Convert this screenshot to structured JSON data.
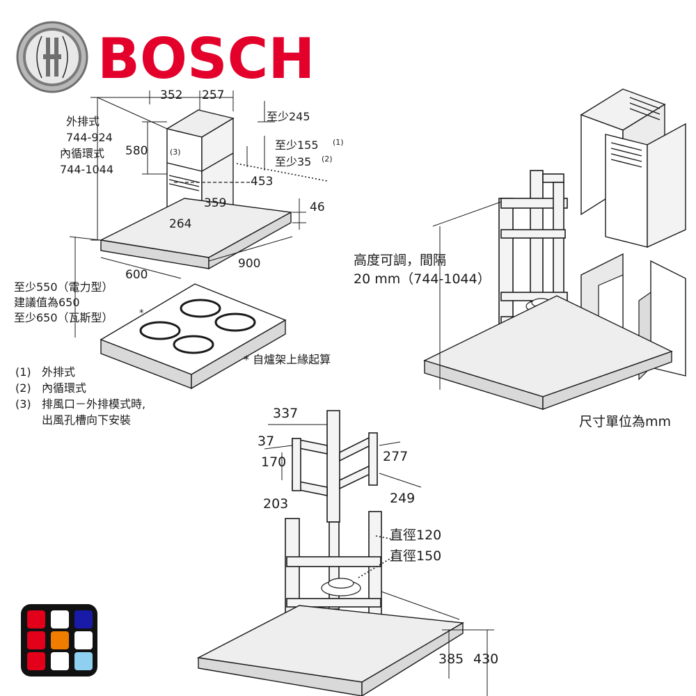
{
  "brand": {
    "name": "BOSCH",
    "color": "#e3002b",
    "logo_icon": "bosch-armature-icon"
  },
  "diagram_left": {
    "dimensions": {
      "width_352": "352",
      "depth_257": "257",
      "min_245": "至少245",
      "height_580": "580",
      "min_155": "至少155",
      "note1": "(1)",
      "min_35": "至少35",
      "note2": "(2)",
      "note3": "(3)",
      "d_453": "453",
      "d_359": "359",
      "d_264": "264",
      "d_46": "46",
      "d_900": "900",
      "d_600": "600"
    },
    "height_labels": {
      "line1": "外排式",
      "line2": "744-924",
      "line3": "內循環式",
      "line4": "744-1044"
    },
    "clearance_labels": {
      "line1": "至少550（電力型）",
      "line2": "建議值為650",
      "line3": "至少650（瓦斯型）",
      "asterisk": "*"
    },
    "hob_note": "* 自爐架上緣起算",
    "legend": [
      {
        "num": "(1)",
        "text": "外排式"
      },
      {
        "num": "(2)",
        "text": "內循環式"
      },
      {
        "num": "(3)",
        "text": "排風口－外排模式時,"
      },
      {
        "num": "",
        "text": "出風孔槽向下安裝"
      }
    ]
  },
  "diagram_right": {
    "adjust_line1": "高度可調，間隔",
    "adjust_line2": "20 mm（744-1044）",
    "unit_note": "尺寸單位為mm"
  },
  "diagram_bottom": {
    "d_337": "337",
    "d_37": "37",
    "d_170": "170",
    "d_203": "203",
    "d_277": "277",
    "d_249": "249",
    "dia_120": "直徑120",
    "dia_150": "直徑150",
    "d_385": "385",
    "d_430": "430"
  },
  "color_grid": {
    "icon": "color-grid-icon",
    "colors": [
      "#e3001b",
      "#ffffff",
      "#1a1aa8",
      "#e3001b",
      "#f07d00",
      "#ffffff",
      "#e3001b",
      "#ffffff",
      "#8fcff0"
    ]
  }
}
